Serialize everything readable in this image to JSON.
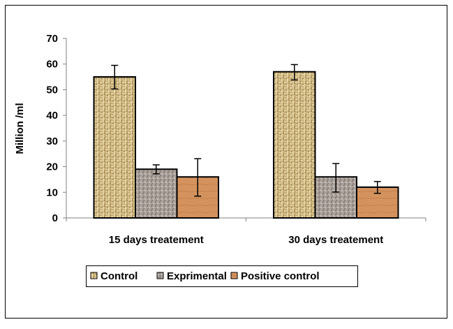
{
  "chart_data": {
    "type": "bar",
    "title": "",
    "xlabel": "",
    "ylabel": "Million /ml",
    "ylim": [
      0,
      70
    ],
    "yticks": [
      0,
      10,
      20,
      30,
      40,
      50,
      60,
      70
    ],
    "categories": [
      "15 days treatement",
      "30 days treatement"
    ],
    "legend_position": "bottom",
    "series": [
      {
        "name": "Control",
        "color": "#c9b07a",
        "values": [
          55,
          57
        ],
        "err_high": [
          59.5,
          59.8
        ],
        "err_low": [
          50.3,
          53.8
        ]
      },
      {
        "name": "Exprimental",
        "color": "#a9a09a",
        "values": [
          19,
          16
        ],
        "err_high": [
          20.7,
          21.2
        ],
        "err_low": [
          17.2,
          10.1
        ]
      },
      {
        "name": "Positive control",
        "color": "#d4935e",
        "values": [
          16,
          12
        ],
        "err_high": [
          23.1,
          14.2
        ],
        "err_low": [
          8.5,
          9.6
        ]
      }
    ]
  }
}
